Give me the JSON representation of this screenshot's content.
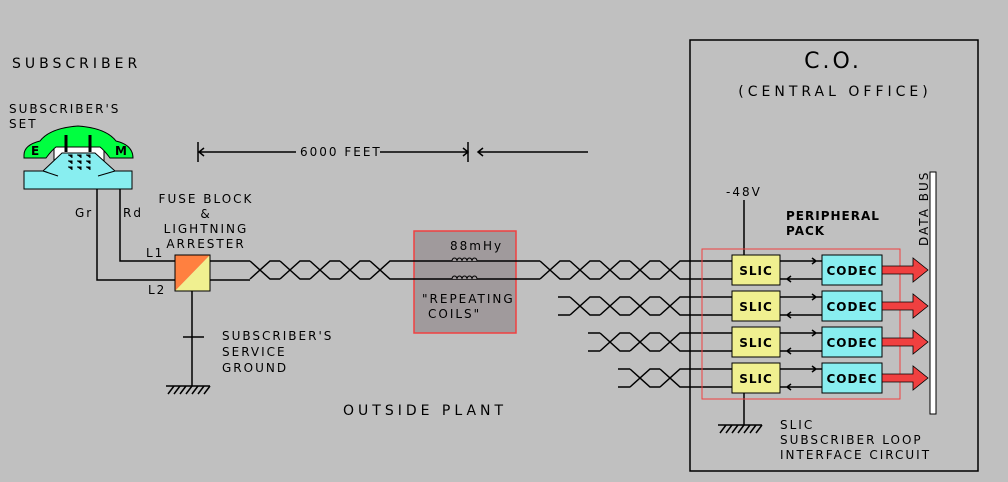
{
  "subscriber": {
    "title": "SUBSCRIBER",
    "set_label": [
      "SUBSCRIBER'S",
      "SET"
    ],
    "phone_left_letter": "E",
    "phone_right_letter": "M",
    "wire_gr": "Gr",
    "wire_rd": "Rd",
    "fuse_label": [
      "FUSE BLOCK",
      "&",
      "LIGHTNING",
      "ARRESTER"
    ],
    "l1": "L1",
    "l2": "L2",
    "ground_label": [
      "SUBSCRIBER'S",
      "SERVICE",
      "GROUND"
    ]
  },
  "outside_plant": {
    "distance_label": "6000 FEET",
    "coil_value": "88mHy",
    "coil_label": [
      "\"REPEATING",
      "COILS\""
    ],
    "title": "OUTSIDE PLANT"
  },
  "central_office": {
    "title": "C.O.",
    "subtitle": "(CENTRAL OFFICE)",
    "voltage": "-48V",
    "pack_label": [
      "PERIPHERAL",
      "PACK"
    ],
    "data_bus": "DATA BUS",
    "slic_label": "SLIC",
    "codec_label": "CODEC",
    "legend": [
      "SLIC",
      "SUBSCRIBER LOOP",
      "INTERFACE CIRCUIT"
    ]
  },
  "colors": {
    "background": "#c0c0c0",
    "handset": "#00ff40",
    "phone_body": "#88eef0",
    "slic": "#f0f090",
    "codec": "#88eef0",
    "arrow": "#f04040",
    "fuse_top": "#ff8040",
    "fuse_bottom": "#f0f090",
    "coil_box": "#a09a9c"
  }
}
